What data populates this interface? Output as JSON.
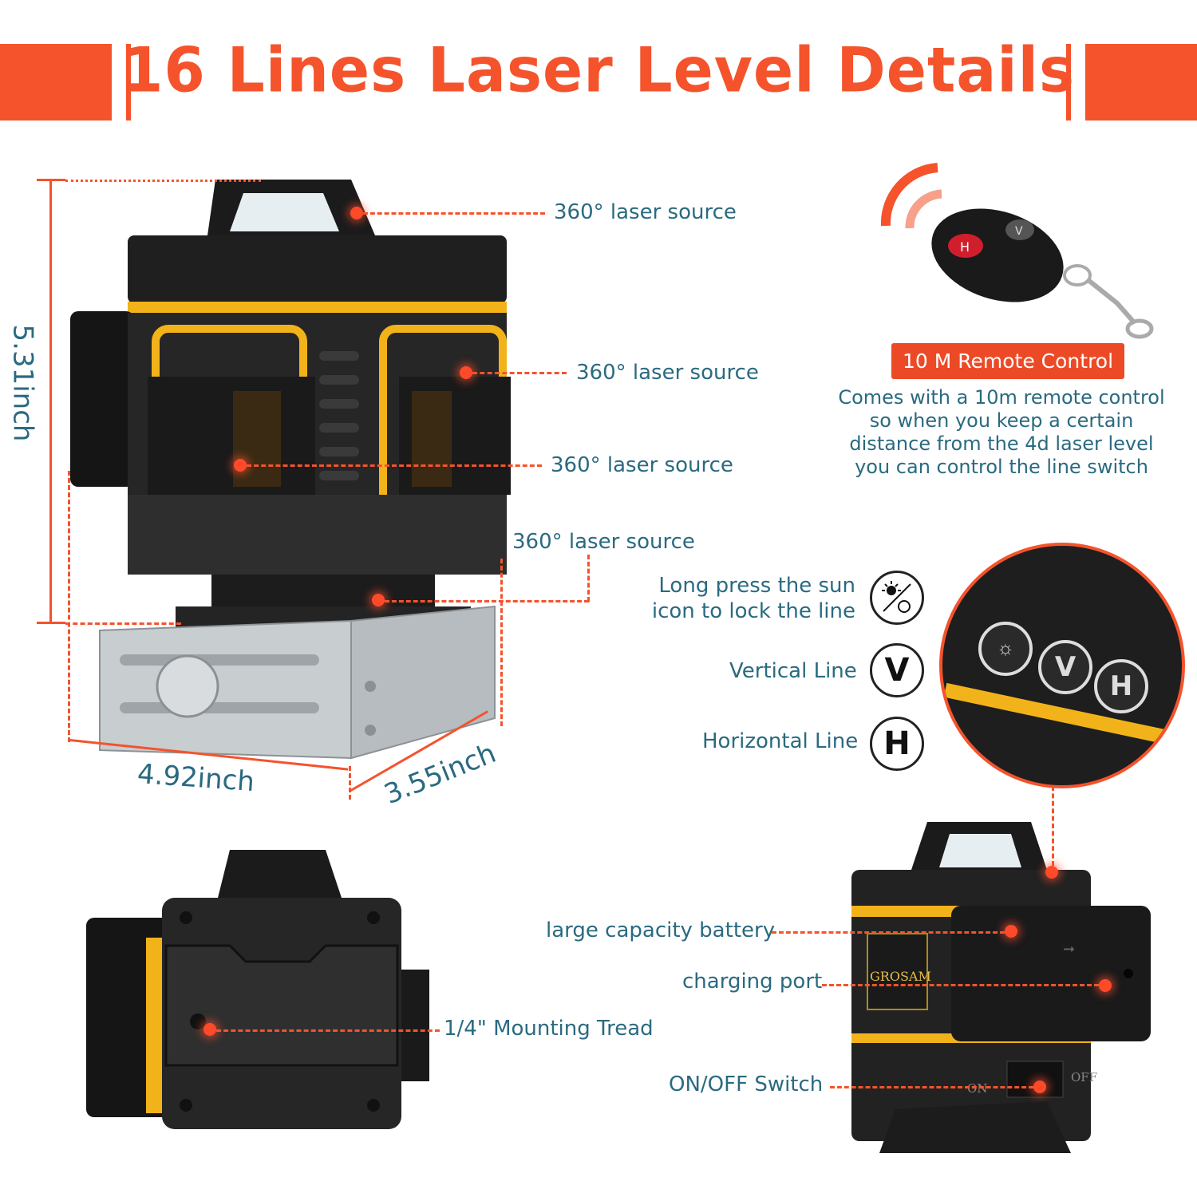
{
  "title": "16 Lines Laser Level Details",
  "colors": {
    "accent": "#f4532c",
    "label_text": "#2a6a80",
    "device_yellow": "#f2b31a"
  },
  "main_device": {
    "labels": {
      "top_source": "360° laser source",
      "side_source_upper": "360° laser source",
      "side_source_lower": "360° laser source",
      "bottom_source": "360° laser source"
    },
    "dimensions": {
      "height": "5.31inch",
      "width": "4.92inch",
      "depth": "3.55inch"
    }
  },
  "remote": {
    "badge": "10 M Remote Control",
    "description_lines": [
      "Comes with a 10m remote control",
      "so when you keep a certain",
      "distance from the 4d laser level",
      "you can control the line switch"
    ],
    "button_h": "H",
    "button_v": "V"
  },
  "buttons": {
    "sun_label_line1": "Long press the sun",
    "sun_label_line2": "icon to lock the line",
    "vertical_label": "Vertical Line",
    "vertical_glyph": "V",
    "horizontal_label": "Horizontal Line",
    "horizontal_glyph": "H"
  },
  "bottom_view": {
    "mount_label": "1/4\" Mounting Tread"
  },
  "side_view": {
    "battery_label": "large capacity battery",
    "charging_label": "charging port",
    "switch_label": "ON/OFF Switch",
    "brand": "GROSAM",
    "on_text": "ON",
    "off_text": "OFF"
  }
}
